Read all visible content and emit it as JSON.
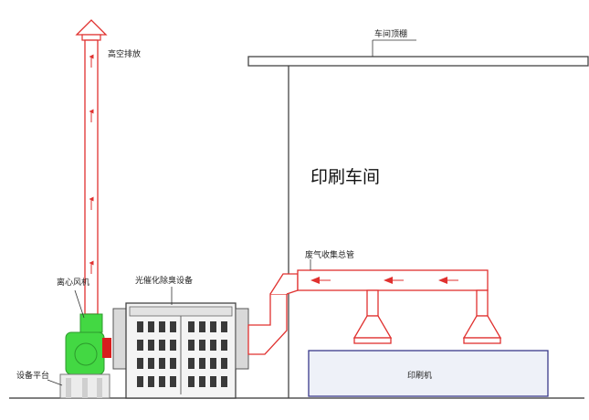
{
  "labels": {
    "exhaust": "高空排放",
    "roof": "车间顶棚",
    "workshop": "印刷车间",
    "duct": "废气收集总管",
    "equipment": "光催化除臭设备",
    "fan": "离心风机",
    "platform": "设备平台",
    "printer": "印刷机"
  },
  "colors": {
    "duct_red": "#e0312f",
    "fan_green": "#43d843",
    "motor_red": "#d81e1e",
    "outline": "#333333",
    "printer_border": "#3a3a8a"
  }
}
